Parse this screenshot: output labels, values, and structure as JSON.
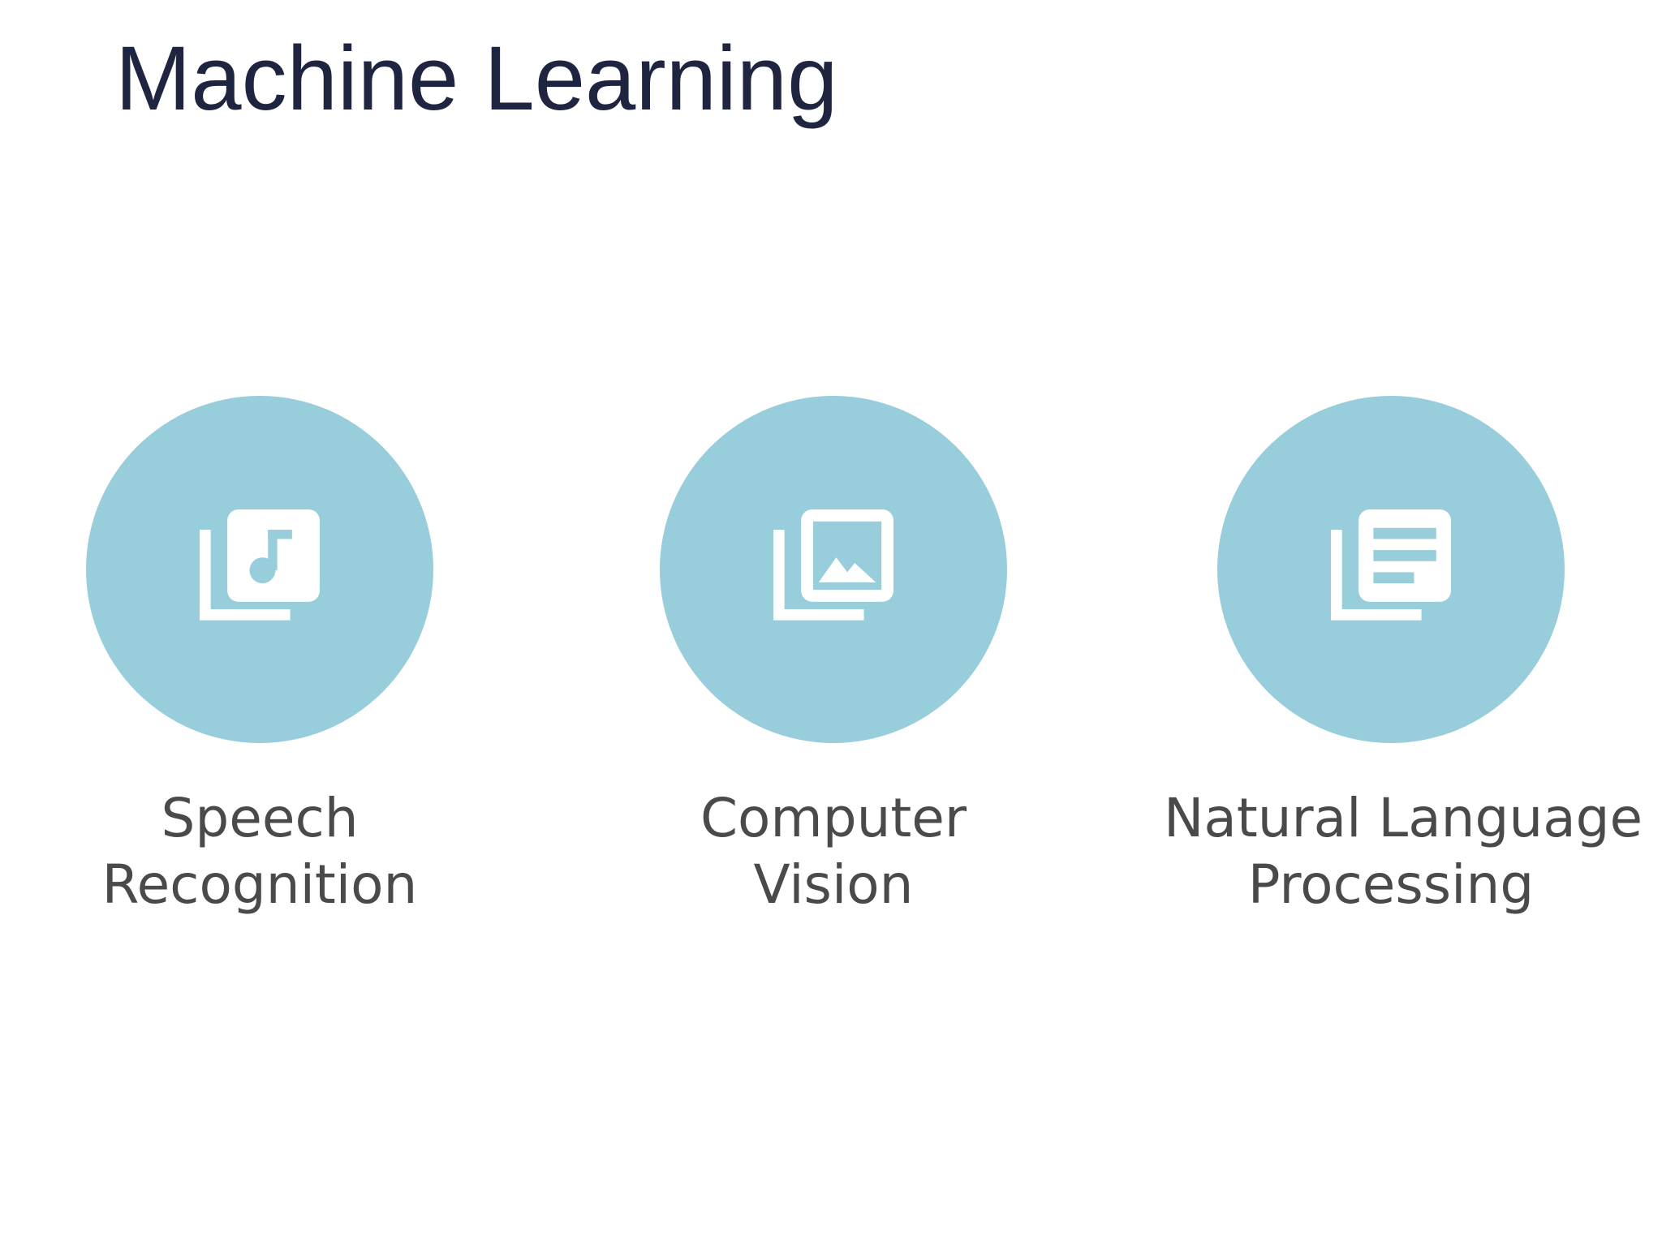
{
  "title": "Machine Learning",
  "colors": {
    "title": "#1f2540",
    "circle": "#98cddb",
    "icon": "#ffffff",
    "label": "#4a4a4a",
    "background": "#ffffff"
  },
  "items": [
    {
      "icon": "music-library-icon",
      "label_lines": [
        "Speech",
        "Recognition"
      ]
    },
    {
      "icon": "photo-library-icon",
      "label_lines": [
        "Computer",
        "Vision"
      ]
    },
    {
      "icon": "text-library-icon",
      "label_lines": [
        "Natural Language",
        "Processing"
      ]
    }
  ]
}
